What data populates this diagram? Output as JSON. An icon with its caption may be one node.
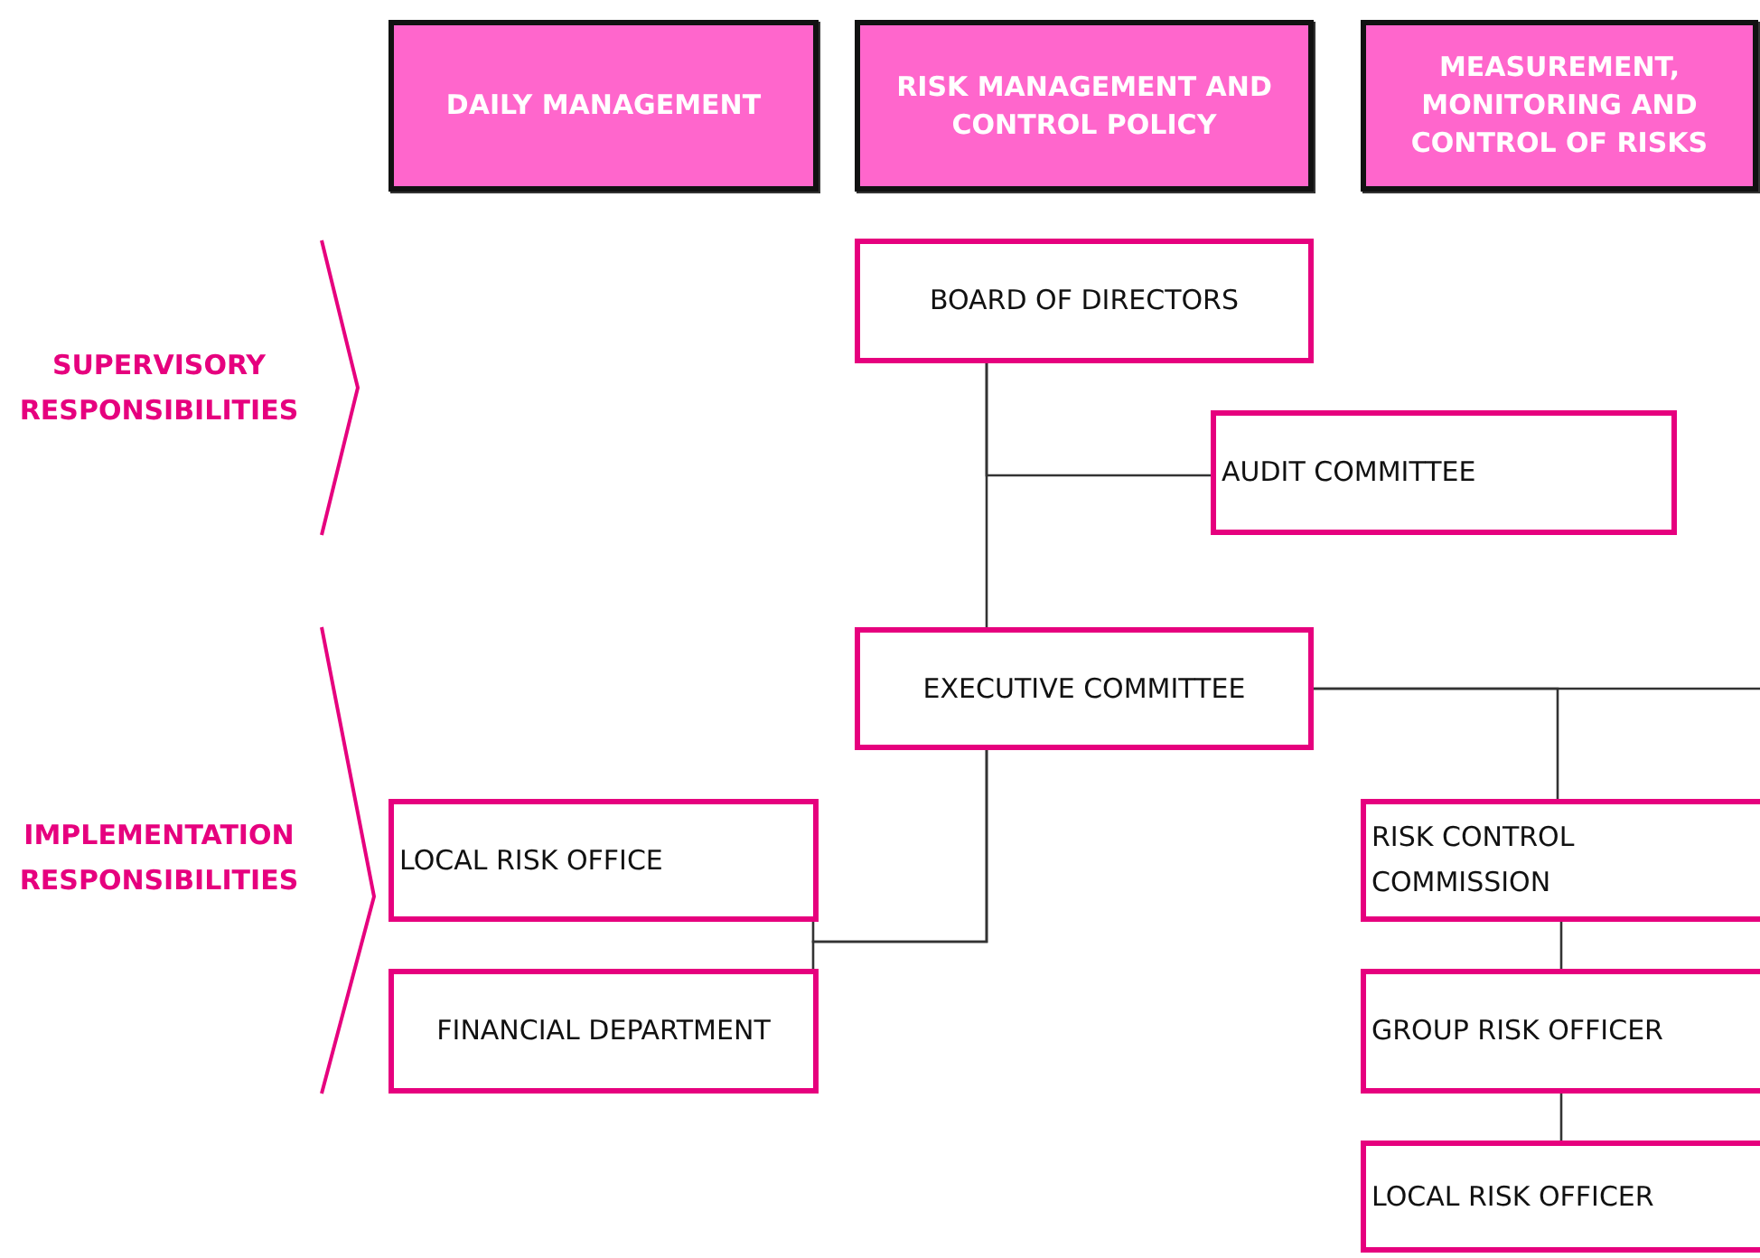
{
  "diagram": {
    "nodes": [
      {
        "text": [
          "DAILY MANAGEMENT"
        ]
      },
      {
        "text": [
          "RISK MANAGEMENT AND CONTROL POLICY"
        ]
      },
      {
        "text": [
          "MEASUREMENT, MONITORING AND CONTROL OF RISKS"
        ]
      },
      {
        "text": [
          "BOARD OF DIRECTORS"
        ]
      },
      {
        "text": [
          "AUDIT COMMITTEE"
        ]
      },
      {
        "text": [
          "EXECUTIVE COMMITTEE"
        ]
      },
      {
        "text": [
          "LOCAL RISK OFFICE"
        ]
      },
      {
        "text": [
          "RISK CONTROL COMMISSION"
        ]
      },
      {
        "text": [
          "FINANCIAL DEPARTMENT"
        ]
      },
      {
        "text": [
          "GROUP RISK OFFICER"
        ]
      },
      {
        "text": [
          "LOCAL RISK OFFICER"
        ]
      }
    ],
    "edges": [
      {
        "from": 3,
        "to": 5,
        "arrow": "none"
      },
      {
        "from": 3,
        "to": 4,
        "arrow": "none"
      },
      {
        "from": 5,
        "to": 6,
        "arrow": "none"
      },
      {
        "from": 5,
        "to": 8,
        "arrow": "none"
      },
      {
        "from": 5,
        "to": 7,
        "arrow": "none"
      },
      {
        "from": 5,
        "to": null,
        "arrow": "none"
      },
      {
        "from": 7,
        "to": 9,
        "arrow": "none"
      },
      {
        "from": 9,
        "to": 10,
        "arrow": "none"
      }
    ],
    "labels": [
      "SUPERVISORY RESPONSIBILITIES",
      "IMPLEMENTATION RESPONSIBILITIES"
    ]
  }
}
